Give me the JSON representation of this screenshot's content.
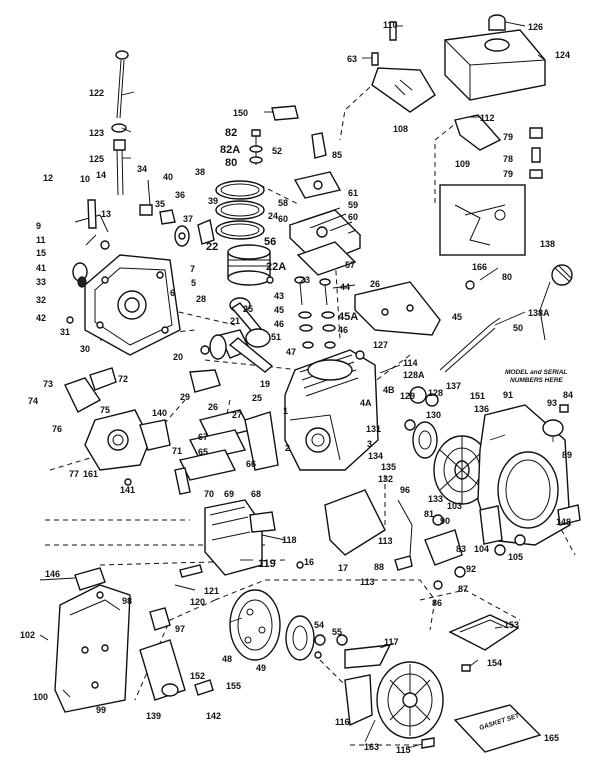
{
  "callouts": [
    {
      "id": "c110",
      "text": "110"
    },
    {
      "id": "c126",
      "text": "126"
    },
    {
      "id": "c124",
      "text": "124"
    },
    {
      "id": "c63",
      "text": "63"
    },
    {
      "id": "c122",
      "text": "122"
    },
    {
      "id": "c123",
      "text": "123"
    },
    {
      "id": "c125",
      "text": "125"
    },
    {
      "id": "c150",
      "text": "150"
    },
    {
      "id": "c108",
      "text": "108"
    },
    {
      "id": "c112",
      "text": "112"
    },
    {
      "id": "c79a",
      "text": "79"
    },
    {
      "id": "c78",
      "text": "78"
    },
    {
      "id": "c79b",
      "text": "79"
    },
    {
      "id": "c82",
      "text": "82"
    },
    {
      "id": "c82A",
      "text": "82A"
    },
    {
      "id": "c80",
      "text": "80"
    },
    {
      "id": "c52",
      "text": "52"
    },
    {
      "id": "c85",
      "text": "85"
    },
    {
      "id": "c109",
      "text": "109"
    },
    {
      "id": "c61",
      "text": "61"
    },
    {
      "id": "c59",
      "text": "59"
    },
    {
      "id": "c60a",
      "text": "60"
    },
    {
      "id": "c58",
      "text": "58"
    },
    {
      "id": "c60b",
      "text": "60"
    },
    {
      "id": "c56",
      "text": "56"
    },
    {
      "id": "c57",
      "text": "57"
    },
    {
      "id": "c34",
      "text": "34"
    },
    {
      "id": "c40",
      "text": "40"
    },
    {
      "id": "c38",
      "text": "38"
    },
    {
      "id": "c12",
      "text": "12"
    },
    {
      "id": "c10",
      "text": "10"
    },
    {
      "id": "c14",
      "text": "14"
    },
    {
      "id": "c35",
      "text": "35"
    },
    {
      "id": "c36",
      "text": "36"
    },
    {
      "id": "c39",
      "text": "39"
    },
    {
      "id": "c37",
      "text": "37"
    },
    {
      "id": "c24",
      "text": "24"
    },
    {
      "id": "c9",
      "text": "9"
    },
    {
      "id": "c13",
      "text": "13"
    },
    {
      "id": "c11",
      "text": "11"
    },
    {
      "id": "c15",
      "text": "15"
    },
    {
      "id": "c22",
      "text": "22"
    },
    {
      "id": "c22A",
      "text": "22A"
    },
    {
      "id": "c166",
      "text": "166"
    },
    {
      "id": "c138",
      "text": "138"
    },
    {
      "id": "c41",
      "text": "41"
    },
    {
      "id": "c7",
      "text": "7"
    },
    {
      "id": "c23",
      "text": "23"
    },
    {
      "id": "c80b",
      "text": "80"
    },
    {
      "id": "c33",
      "text": "33"
    },
    {
      "id": "c44",
      "text": "44"
    },
    {
      "id": "c26",
      "text": "26"
    },
    {
      "id": "c5",
      "text": "5"
    },
    {
      "id": "c32",
      "text": "32"
    },
    {
      "id": "c6",
      "text": "6"
    },
    {
      "id": "c43",
      "text": "43"
    },
    {
      "id": "c138A",
      "text": "138A"
    },
    {
      "id": "c28",
      "text": "28"
    },
    {
      "id": "c42",
      "text": "42"
    },
    {
      "id": "c25",
      "text": "25"
    },
    {
      "id": "c45",
      "text": "45"
    },
    {
      "id": "c45A",
      "text": "45A"
    },
    {
      "id": "c45b",
      "text": "45"
    },
    {
      "id": "c50",
      "text": "50"
    },
    {
      "id": "c21",
      "text": "21"
    },
    {
      "id": "c31",
      "text": "31"
    },
    {
      "id": "c46a",
      "text": "46"
    },
    {
      "id": "c46b",
      "text": "46"
    },
    {
      "id": "c51",
      "text": "51"
    },
    {
      "id": "c47",
      "text": "47"
    },
    {
      "id": "c127",
      "text": "127"
    },
    {
      "id": "c30",
      "text": "30"
    },
    {
      "id": "c20",
      "text": "20"
    },
    {
      "id": "c114",
      "text": "114"
    },
    {
      "id": "c19",
      "text": "19"
    },
    {
      "id": "c73",
      "text": "73"
    },
    {
      "id": "c72",
      "text": "72"
    },
    {
      "id": "c4B",
      "text": "4B"
    },
    {
      "id": "c128A",
      "text": "128A"
    },
    {
      "id": "c137",
      "text": "137"
    },
    {
      "id": "c74",
      "text": "74"
    },
    {
      "id": "c29",
      "text": "29"
    },
    {
      "id": "c25b",
      "text": "25"
    },
    {
      "id": "c151",
      "text": "151"
    },
    {
      "id": "c91",
      "text": "91"
    },
    {
      "id": "c84",
      "text": "84"
    },
    {
      "id": "c26b",
      "text": "26"
    },
    {
      "id": "c27",
      "text": "27"
    },
    {
      "id": "c129",
      "text": "129"
    },
    {
      "id": "c128",
      "text": "128"
    },
    {
      "id": "c136",
      "text": "136"
    },
    {
      "id": "c93",
      "text": "93"
    },
    {
      "id": "c76",
      "text": "76"
    },
    {
      "id": "c75",
      "text": "75"
    },
    {
      "id": "c4A",
      "text": "4A"
    },
    {
      "id": "c140",
      "text": "140"
    },
    {
      "id": "c131",
      "text": "131"
    },
    {
      "id": "c130",
      "text": "130"
    },
    {
      "id": "c1",
      "text": "1"
    },
    {
      "id": "c67",
      "text": "67"
    },
    {
      "id": "c3",
      "text": "3"
    },
    {
      "id": "c71",
      "text": "71"
    },
    {
      "id": "c134",
      "text": "134"
    },
    {
      "id": "c2",
      "text": "2"
    },
    {
      "id": "c65",
      "text": "65"
    },
    {
      "id": "c66",
      "text": "66"
    },
    {
      "id": "c77",
      "text": "77"
    },
    {
      "id": "c161",
      "text": "161"
    },
    {
      "id": "c135",
      "text": "135"
    },
    {
      "id": "c89",
      "text": "89"
    },
    {
      "id": "c132",
      "text": "132"
    },
    {
      "id": "c141",
      "text": "141"
    },
    {
      "id": "c70",
      "text": "70"
    },
    {
      "id": "c69",
      "text": "69"
    },
    {
      "id": "c68",
      "text": "68"
    },
    {
      "id": "c96",
      "text": "96"
    },
    {
      "id": "c133",
      "text": "133"
    },
    {
      "id": "c103",
      "text": "103"
    },
    {
      "id": "c81",
      "text": "81"
    },
    {
      "id": "c90",
      "text": "90"
    },
    {
      "id": "c148",
      "text": "148"
    },
    {
      "id": "c83",
      "text": "83"
    },
    {
      "id": "c104",
      "text": "104"
    },
    {
      "id": "c105",
      "text": "105"
    },
    {
      "id": "c118",
      "text": "118"
    },
    {
      "id": "c16",
      "text": "16"
    },
    {
      "id": "c119",
      "text": "119"
    },
    {
      "id": "c113a",
      "text": "113"
    },
    {
      "id": "c88",
      "text": "88"
    },
    {
      "id": "c17",
      "text": "17"
    },
    {
      "id": "c113b",
      "text": "113"
    },
    {
      "id": "c92",
      "text": "92"
    },
    {
      "id": "c87a",
      "text": "87"
    },
    {
      "id": "c86",
      "text": "86"
    },
    {
      "id": "c121",
      "text": "121"
    },
    {
      "id": "c146",
      "text": "146"
    },
    {
      "id": "c120",
      "text": "120"
    },
    {
      "id": "c98",
      "text": "98"
    },
    {
      "id": "c153",
      "text": "153"
    },
    {
      "id": "c102",
      "text": "102"
    },
    {
      "id": "c54",
      "text": "54"
    },
    {
      "id": "c55",
      "text": "55"
    },
    {
      "id": "c117",
      "text": "117"
    },
    {
      "id": "c97",
      "text": "97"
    },
    {
      "id": "c48",
      "text": "48"
    },
    {
      "id": "c49",
      "text": "49"
    },
    {
      "id": "c154",
      "text": "154"
    },
    {
      "id": "c152",
      "text": "152"
    },
    {
      "id": "c155",
      "text": "155"
    },
    {
      "id": "c100",
      "text": "100"
    },
    {
      "id": "c116",
      "text": "116"
    },
    {
      "id": "c99",
      "text": "99"
    },
    {
      "id": "c139",
      "text": "139"
    },
    {
      "id": "c142",
      "text": "142"
    },
    {
      "id": "c163",
      "text": "163"
    },
    {
      "id": "c115",
      "text": "115"
    },
    {
      "id": "c165",
      "text": "165"
    }
  ],
  "notes": {
    "model_line1": "MODEL and SERIAL",
    "model_line2": "NUMBERS HERE",
    "gasket_set": "GASKET SET"
  }
}
